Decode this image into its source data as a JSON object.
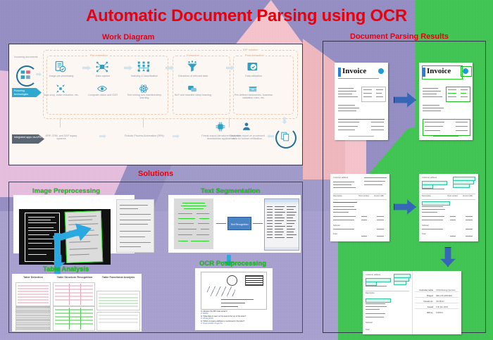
{
  "poster": {
    "title": "Automatic Document Parsing using OCR",
    "accent_red": "#e8000d",
    "accent_green": "#17c217",
    "background_colors": [
      "#9189c4",
      "#3fc24f",
      "#f6bfc8",
      "#e7b9dd",
      "#a49cd0"
    ]
  },
  "sections": {
    "work_diagram": {
      "title": "Work Diagram"
    },
    "solutions": {
      "title": "Solutions"
    },
    "results": {
      "title": "Document Parsing Results"
    }
  },
  "work_diagram": {
    "outer_label": "IDP solution",
    "entry_label": "Incoming documents",
    "stage_labels": [
      "Pre-extraction",
      "Extraction",
      "Post-extraction"
    ],
    "steps": [
      {
        "caption": "Image pre-processing",
        "icon": "document-check-icon"
      },
      {
        "caption": "Data capture",
        "icon": "data-capture-icon"
      },
      {
        "caption": "Indexing & classification",
        "icon": "hierarchy-icon"
      },
      {
        "caption": "Extraction of relevant data",
        "icon": "funnel-icon"
      },
      {
        "caption": "Data validation",
        "icon": "folder-check-icon"
      }
    ],
    "tech_row": {
      "chip": "Powering technologies",
      "items": [
        {
          "caption": "Auto-crop, noise reduction, etc.",
          "icon": "crop-icon"
        },
        {
          "caption": "Computer vision and OCR",
          "icon": "eye-scan-icon"
        },
        {
          "caption": "Text mining and machine/deep learning",
          "icon": "atom-icon"
        },
        {
          "caption": "NLP and machine /deep learning",
          "icon": "nlp-icon"
        },
        {
          "caption": "Pre-defined taxonomies, business validation rules, etc.",
          "icon": "archive-icon"
        }
      ]
    },
    "bottom_row": {
      "chip": "Integrated apps via APIs",
      "items": [
        {
          "caption": "ERP, CRM, and SAP legacy systems"
        },
        {
          "caption": "Robotic Process Automation (RPA)"
        },
        {
          "caption": "Feeds output (structured data) into downstream applications",
          "icon": "chip-icon"
        },
        {
          "caption": "Generates report on processed data for human verification",
          "icon": "person-icon"
        }
      ],
      "output_icon": "documents-stack-icon"
    }
  },
  "solutions": {
    "image_preprocessing": {
      "title": "Image Preprocessing",
      "images": [
        "receipt-binarized-scan",
        "receipt-contour-detected",
        "receipt-deskewed-grayscale"
      ]
    },
    "text_segmentation": {
      "title": "Text Segmentation",
      "recognition_box": "Text Recognition",
      "images": [
        "receipt-with-green-text-boxes",
        "ocr-output-text-window"
      ]
    },
    "table_analysis": {
      "title": "Table Analysis",
      "subcaptions": [
        "Table Detection",
        "Table Structure Recognition",
        "Table Functional Analysis"
      ]
    },
    "ocr_postprocessing": {
      "title": "OCR Postprocessing",
      "image": "handwritten-envelope-scan",
      "qa": [
        {
          "q": "Q: Mention the ZIP code written?",
          "a": "A: 60062"
        },
        {
          "q": "Q: What date is seen on the seal at the top of the letter?",
          "a": "A: 25 aug 1976"
        },
        {
          "q": "Q: Which company address is mentioned in the letter?",
          "a": "A: Great western sugar Co."
        }
      ]
    }
  },
  "results": {
    "rows": [
      {
        "left_doc": "invoice-plain",
        "right_doc": "invoice-green-annotated",
        "arrow": "right-arrow",
        "doc_title": "Invoice"
      },
      {
        "left_doc": "invoice-detail-plain",
        "right_doc": "invoice-detail-highlighted",
        "arrow": "right-arrow",
        "doc_title": ""
      },
      {
        "left_doc": "invoice-detail-highlighted",
        "right_doc": "extracted-key-value-table",
        "arrow": "down-arrow",
        "doc_title": ""
      }
    ],
    "extracted_fields": [
      {
        "key": "Customer name",
        "value": "Oxford Energy Services"
      },
      {
        "key": "Project",
        "value": "REF-245-HBR-REG"
      },
      {
        "key": "Invoice no.",
        "value": "INV78244"
      },
      {
        "key": "Issued",
        "value": "17th Nov 2018"
      },
      {
        "key": "Bill no.",
        "value": "To40614"
      }
    ],
    "invoice_fields": {
      "customer_address_label": "Customer address",
      "description_label": "Description",
      "hours_label": "Hours worked",
      "amount_label": "Amount (GB)",
      "subtotal_label": "Subtotal",
      "total_label": "Total"
    }
  }
}
